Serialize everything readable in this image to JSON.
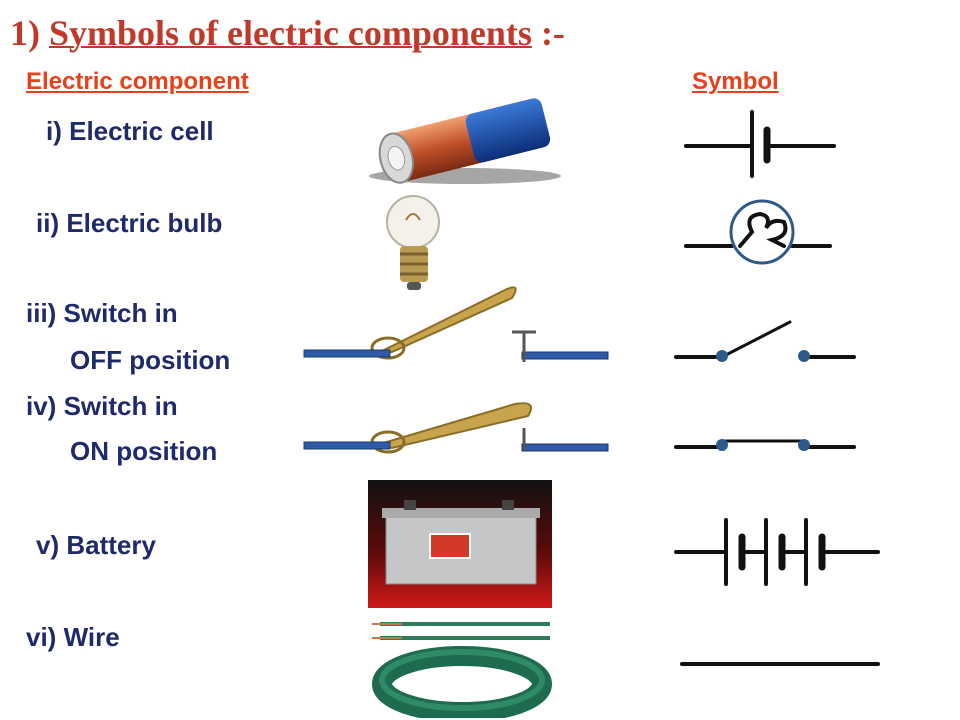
{
  "title": {
    "number": "1)",
    "text": "Symbols of electric components",
    "suffix": ":-"
  },
  "headers": {
    "component": "Electric component ",
    "symbol": "Symbol"
  },
  "rows": [
    {
      "label": "i) Electric cell",
      "icon": "electric-cell-symbol"
    },
    {
      "label": "ii) Electric bulb",
      "icon": "electric-bulb-symbol"
    },
    {
      "label": "iii) Switch in",
      "label2": "OFF position",
      "icon": "switch-off-symbol"
    },
    {
      "label": "iv) Switch in",
      "label2": "ON position",
      "icon": "switch-on-symbol"
    },
    {
      "label": "v) Battery",
      "icon": "battery-symbol"
    },
    {
      "label": "vi) Wire",
      "icon": "wire-symbol"
    }
  ],
  "colors": {
    "title": "#c0392b",
    "header": "#e8401a",
    "label": "#1f2a6b",
    "symbol": "#111111",
    "accent": "#2e5a8a",
    "wire": "#1f6b4f"
  }
}
